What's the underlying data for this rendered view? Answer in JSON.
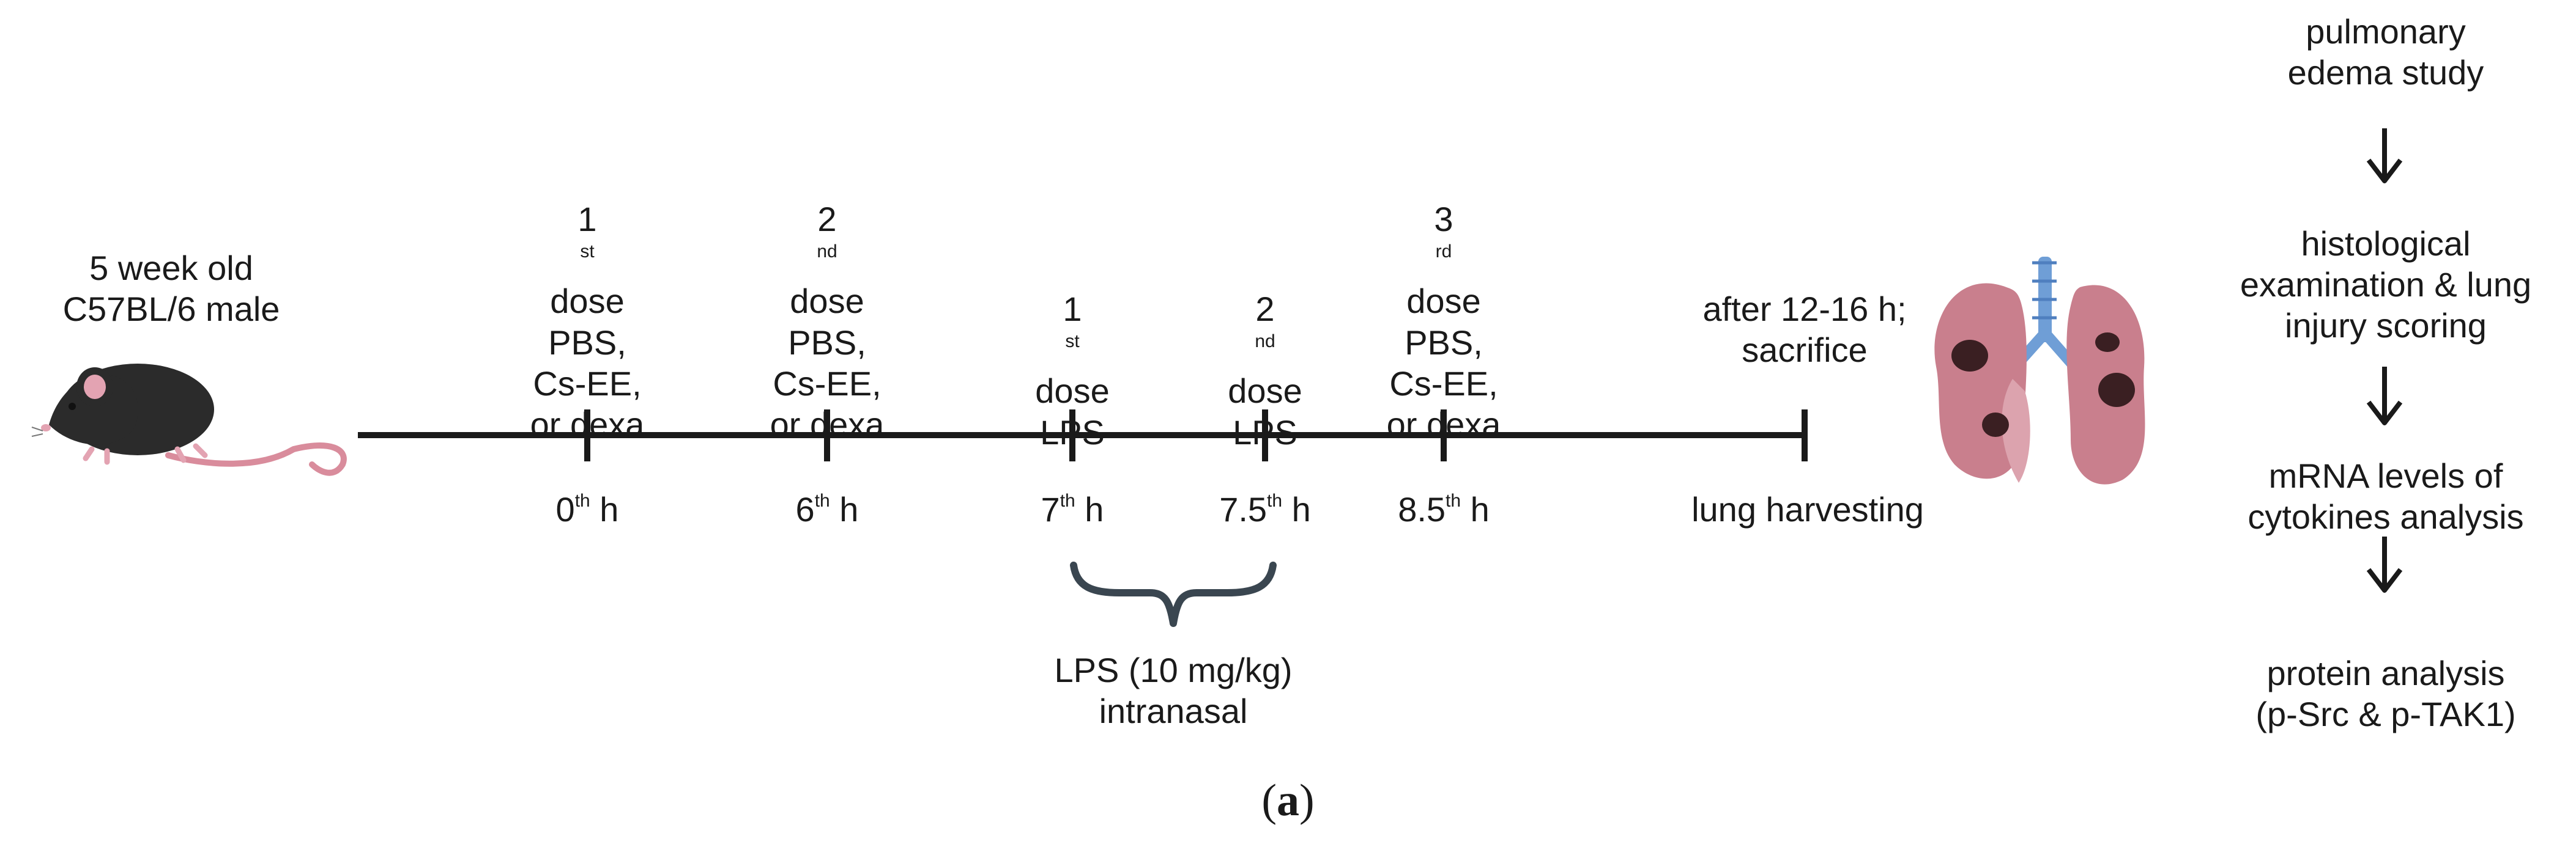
{
  "subject": {
    "line1": "5 week old",
    "line2": "C57BL/6 male"
  },
  "timepoints": [
    {
      "value": "0",
      "sup": "th",
      "unit": "h",
      "above": {
        "dose": "1",
        "sup": "st",
        "label": "dose",
        "lines": [
          "PBS,",
          "Cs-EE,",
          "or dexa"
        ]
      }
    },
    {
      "value": "6",
      "sup": "th",
      "unit": "h",
      "above": {
        "dose": "2",
        "sup": "nd",
        "label": "dose",
        "lines": [
          "PBS,",
          "Cs-EE,",
          "or dexa"
        ]
      }
    },
    {
      "value": "7",
      "sup": "th",
      "unit": "h",
      "above": {
        "dose": "1",
        "sup": "st",
        "label": "dose",
        "lines": [
          "LPS"
        ]
      }
    },
    {
      "value": "7.5",
      "sup": "th",
      "unit": "h",
      "above": {
        "dose": "2",
        "sup": "nd",
        "label": "dose",
        "lines": [
          "LPS"
        ]
      }
    },
    {
      "value": "8.5",
      "sup": "th",
      "unit": "h",
      "above": {
        "dose": "3",
        "sup": "rd",
        "label": "dose",
        "lines": [
          "PBS,",
          "Cs-EE,",
          "or dexa"
        ]
      }
    }
  ],
  "end_point": {
    "above_lines": [
      "after 12-16 h;",
      "sacrifice"
    ],
    "below": "lung harvesting"
  },
  "lps_bracket": {
    "line1": "LPS (10 mg/kg)",
    "line2": "intranasal"
  },
  "analysis_steps": [
    [
      "pulmonary",
      "edema study"
    ],
    [
      "histological",
      "examination & lung",
      "injury scoring"
    ],
    [
      "mRNA levels of",
      "cytokines analysis"
    ],
    [
      "protein analysis",
      "(p-Src & p-TAK1)"
    ]
  ],
  "caption": {
    "open": "(",
    "letter": "a",
    "close": ")"
  },
  "colors": {
    "line": "#1a1a1a",
    "mouse": "#2b2b2b",
    "mouse_ear": "#e3a3b2",
    "tail": "#d98c9c",
    "lung": "#c97f8d",
    "lung_light": "#dca3ae",
    "lesion": "#3a1f22",
    "trachea": "#6f9ed6",
    "bracket": "#3a4650"
  },
  "icons": [
    "mouse-icon",
    "lungs-icon",
    "down-arrow-icon",
    "curly-brace-icon"
  ]
}
